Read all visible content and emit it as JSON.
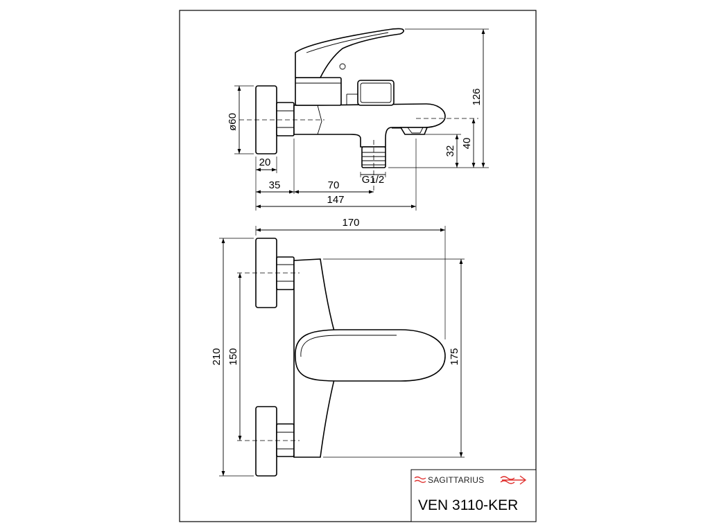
{
  "dimensions": {
    "d60": "ø60",
    "d20": "20",
    "d35": "35",
    "d70": "70",
    "d147": "147",
    "dg12": "G1/2",
    "d126": "126",
    "d40": "40",
    "d32": "32",
    "d170": "170",
    "d210": "210",
    "d150": "150",
    "d175": "175"
  },
  "title_block": {
    "brand": "SAGITTARIUS",
    "model": "VEN 3110-KER"
  },
  "colors": {
    "line": "#000000",
    "logo_red": "#e0312f"
  }
}
